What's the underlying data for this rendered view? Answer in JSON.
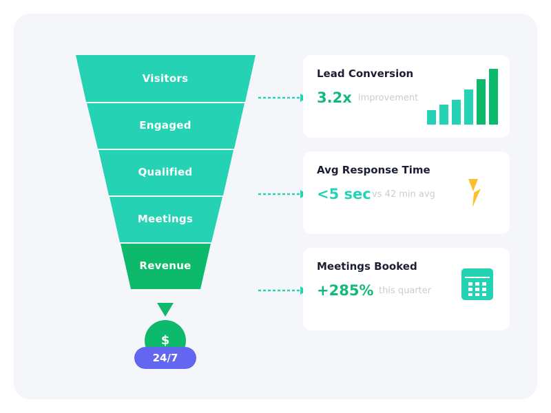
{
  "funnel": {
    "stages": [
      {
        "label": "Visitors",
        "color": "#25d3b4"
      },
      {
        "label": "Engaged",
        "color": "#25d3b4"
      },
      {
        "label": "Qualified",
        "color": "#25d3b4"
      },
      {
        "label": "Meetings",
        "color": "#25d3b4"
      },
      {
        "label": "Revenue",
        "color": "#0dba6c"
      }
    ],
    "output_icon": "dollar-icon",
    "output_symbol": "$",
    "badge_label": "24/7",
    "badge_color": "#6366f1"
  },
  "cards": [
    {
      "title": "Lead Conversion",
      "metric": "3.2x",
      "metric_color": "#14b97a",
      "sub": "improvement",
      "icon": "bar-chart-icon"
    },
    {
      "title": "Avg Response Time",
      "metric": "<5 sec",
      "metric_color": "#25d3b4",
      "sub": "vs 42 min avg",
      "icon": "lightning-icon"
    },
    {
      "title": "Meetings Booked",
      "metric": "+285%",
      "metric_color": "#14b97a",
      "sub": "this quarter",
      "icon": "calendar-icon"
    }
  ],
  "mini_chart": {
    "bars": [
      21,
      29,
      36,
      51,
      66,
      81
    ],
    "colors": [
      "#25d3b4",
      "#25d3b4",
      "#25d3b4",
      "#25d3b4",
      "#0dba6c",
      "#0dba6c"
    ]
  },
  "colors": {
    "teal": "#25d3b4",
    "green": "#0dba6c",
    "indigo": "#6366f1",
    "bolt": "#fbc02d",
    "title": "#1c1f33",
    "muted": "#c9ccd3"
  }
}
